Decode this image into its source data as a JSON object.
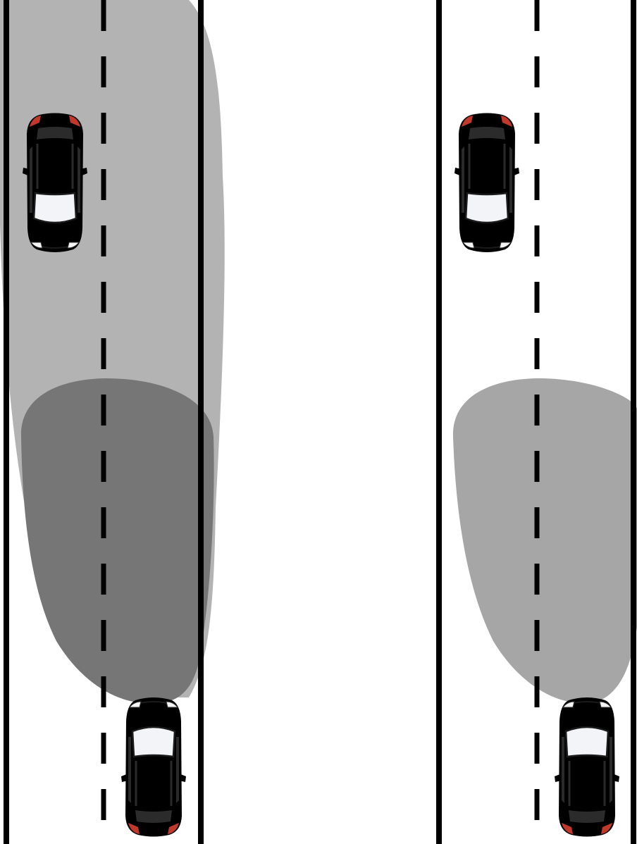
{
  "panels": [
    {
      "id": "high-beam",
      "low_beam_color": "#767676",
      "high_beam_color": "#b3b3b3",
      "show_high_beam": true
    },
    {
      "id": "low-beam",
      "low_beam_color": "#a6a6a6",
      "show_high_beam": false
    }
  ],
  "vehicles": {
    "oncoming_car": {
      "color": "#e0378a",
      "icon": "car-top-view-icon"
    },
    "ego_car": {
      "color": "#3fa4e4",
      "icon": "car-top-view-icon"
    }
  },
  "road": {
    "edge_color": "#000000",
    "center_line": "dashed"
  }
}
